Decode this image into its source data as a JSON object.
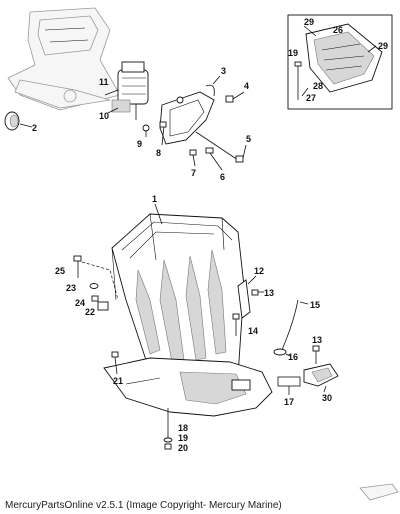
{
  "caption": "MercuryPartsOnline v2.5.1 (Image Copyright- Mercury Marine)",
  "callouts": {
    "c1": "1",
    "c2": "2",
    "c3": "3",
    "c4": "4",
    "c5": "5",
    "c6": "6",
    "c7": "7",
    "c8": "8",
    "c9": "9",
    "c10": "10",
    "c11": "11",
    "c12": "12",
    "c13a": "13",
    "c13b": "13",
    "c14": "14",
    "c15": "15",
    "c16": "16",
    "c17": "17",
    "c18": "18",
    "c19a": "19",
    "c19b": "19",
    "c20": "20",
    "c21": "21",
    "c22": "22",
    "c23": "23",
    "c24": "24",
    "c25": "25",
    "c26": "26",
    "c27": "27",
    "c28": "28",
    "c29a": "29",
    "c29b": "29",
    "c30": "30"
  }
}
